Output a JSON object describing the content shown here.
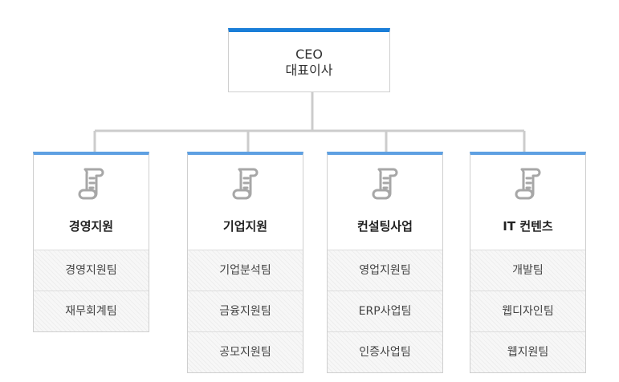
{
  "ceo": {
    "title_en": "CEO",
    "title_ko": "대표이사"
  },
  "departments": [
    {
      "name": "경영지원",
      "icon": "scroll-icon",
      "teams": [
        "경영지원팀",
        "재무회계팀"
      ]
    },
    {
      "name": "기업지원",
      "icon": "scroll-icon",
      "teams": [
        "기업분석팀",
        "금융지원팀",
        "공모지원팀"
      ]
    },
    {
      "name": "컨설팅사업",
      "icon": "scroll-icon",
      "teams": [
        "영업지원팀",
        "ERP사업팀",
        "인증사업팀"
      ]
    },
    {
      "name": "IT 컨텐츠",
      "icon": "scroll-icon",
      "teams": [
        "개발팀",
        "웹디자인팀",
        "웹지원팀"
      ]
    }
  ],
  "colors": {
    "ceo_accent": "#1a7ed8",
    "dept_accent": "#5ea0e2",
    "connector": "#cccccc"
  }
}
